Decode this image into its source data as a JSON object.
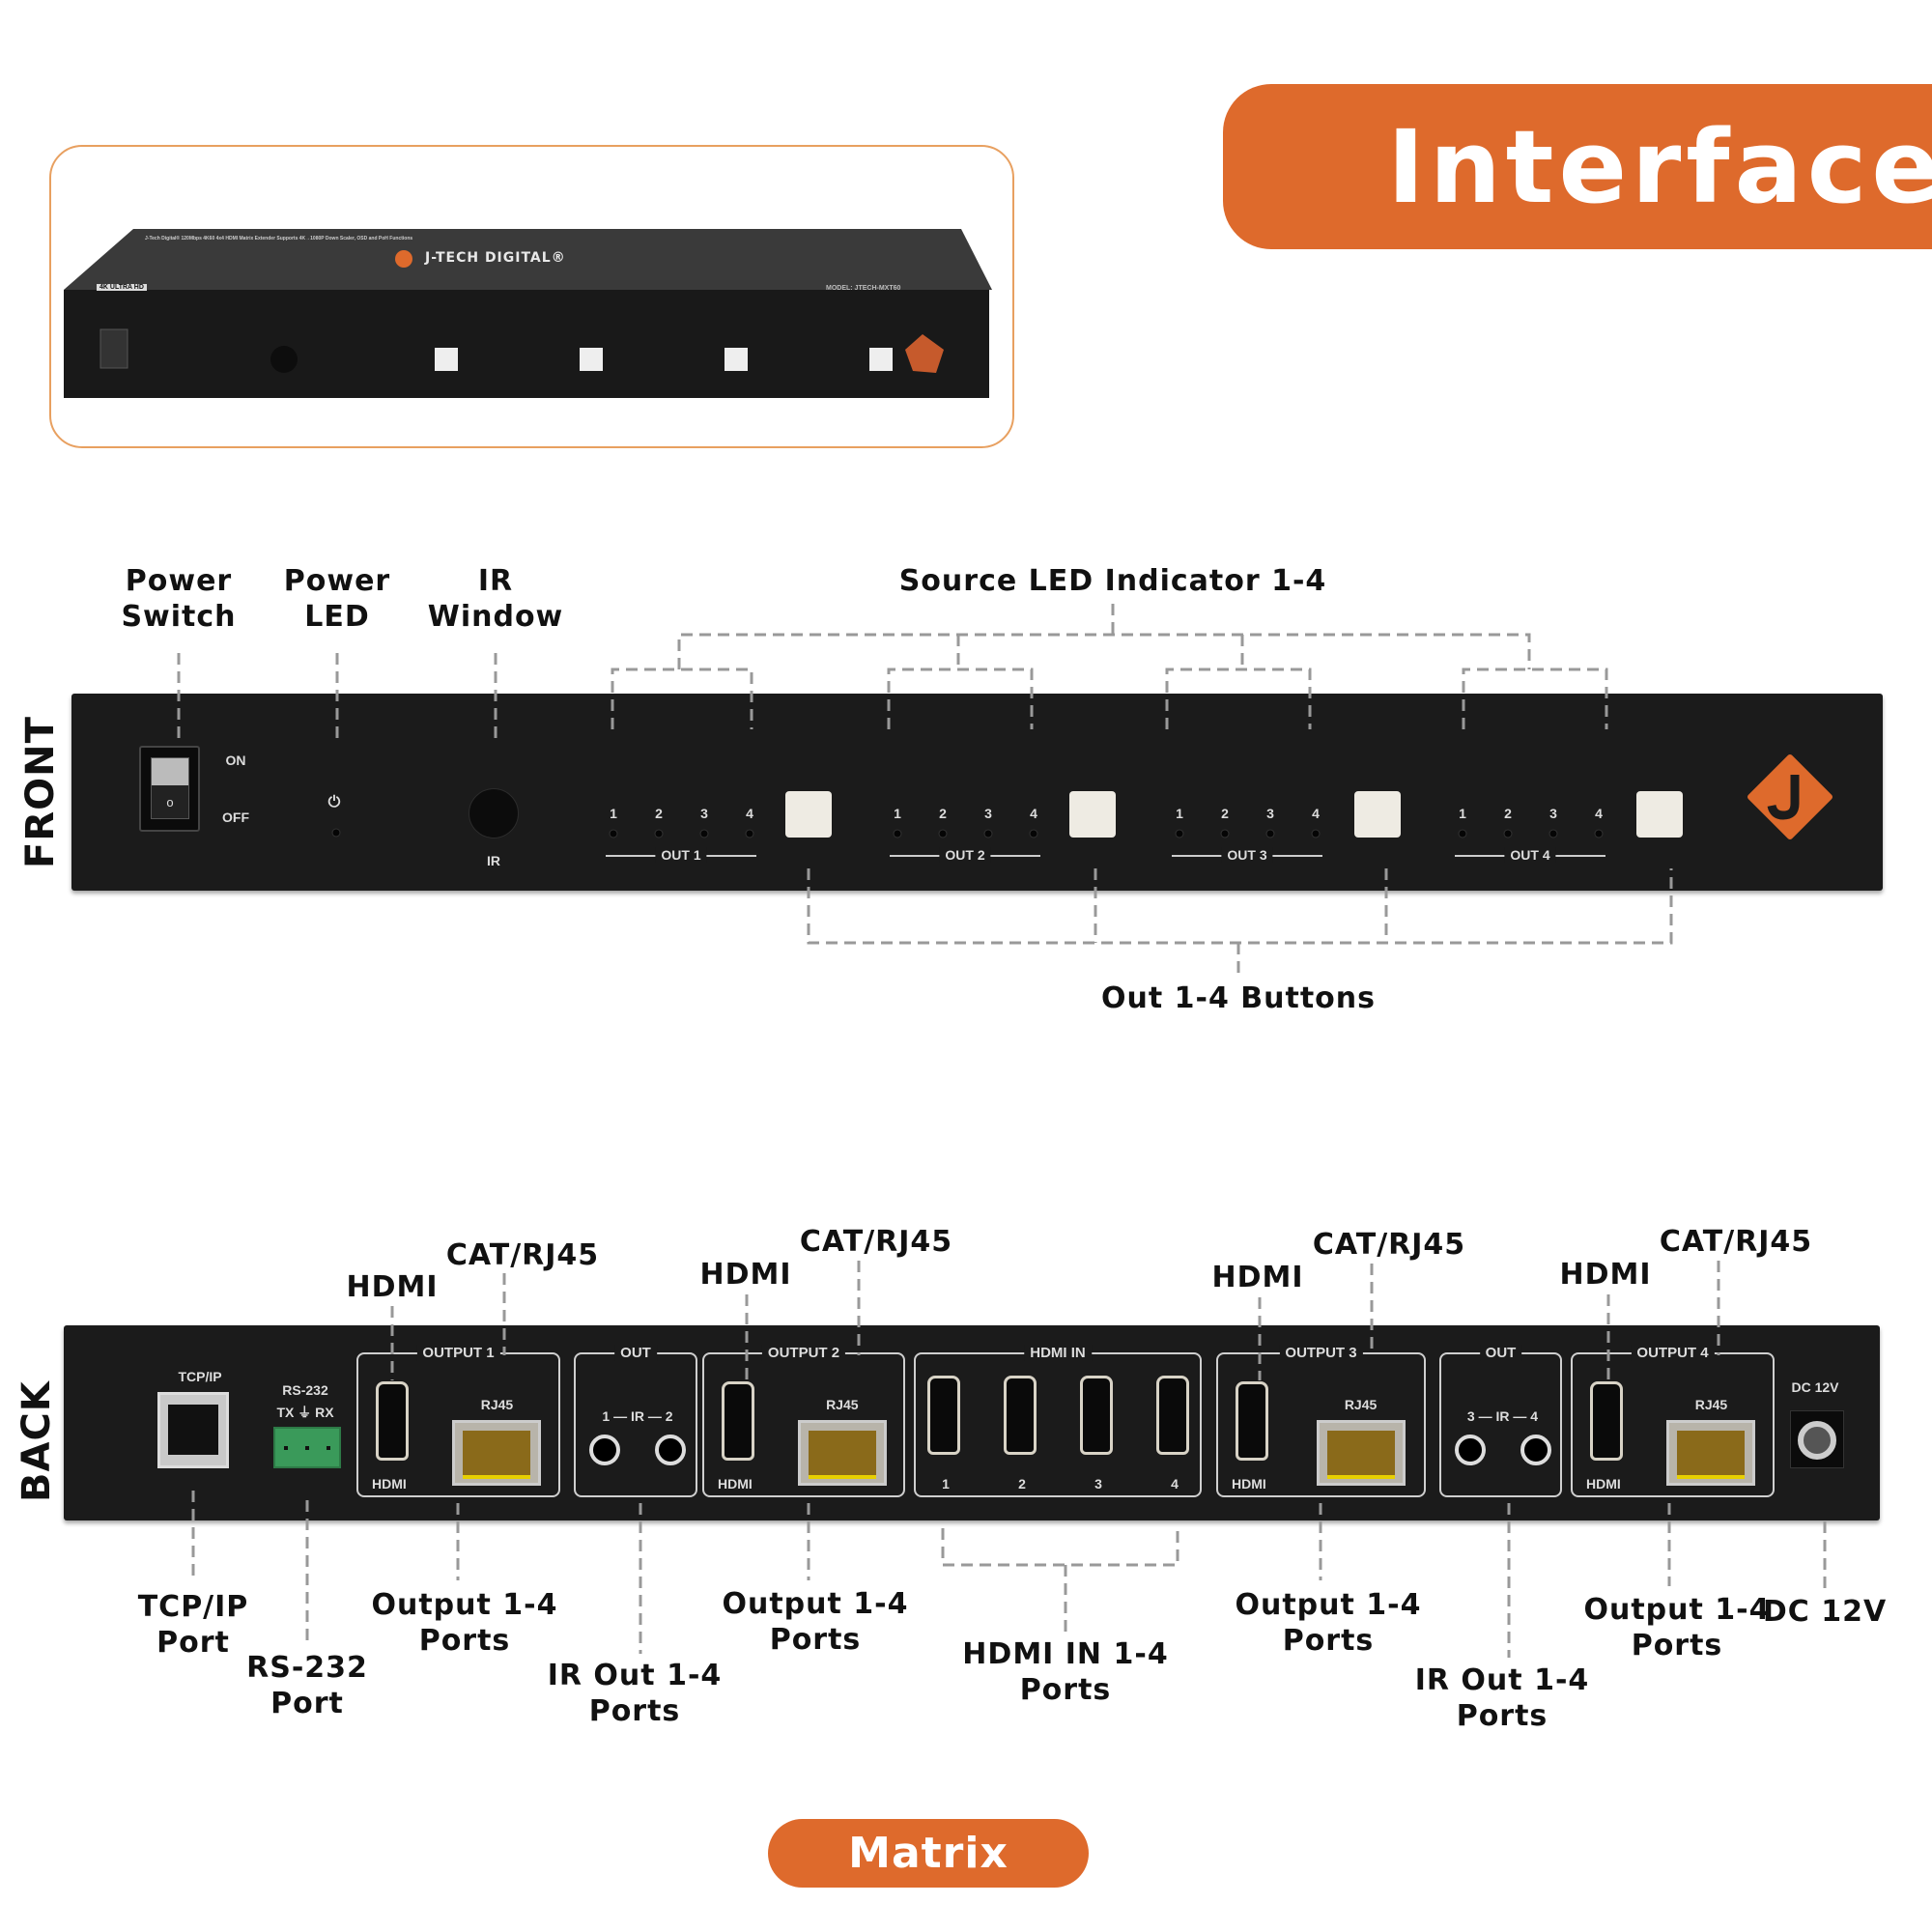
{
  "banner": {
    "title": "Interface"
  },
  "product_photo": {
    "brand": "J-TECH DIGITAL®",
    "model": "MODEL: JTECH-MXT60",
    "badge": "4K ULTRA HD",
    "tagline": "J-Tech Digital® 120Mbps 4K60 4x4 HDMI Matrix Extender Supports 4K→1080P Down Scaler, OSD and PoH Functions"
  },
  "front": {
    "side_label": "FRONT",
    "callouts": {
      "power_switch": "Power\nSwitch",
      "power_led": "Power\nLED",
      "ir_window": "IR\nWindow",
      "source_led": "Source LED Indicator 1-4",
      "out_buttons": "Out 1-4 Buttons"
    },
    "switch": {
      "on": "ON",
      "off": "OFF"
    },
    "ir": "IR",
    "led_numbers": [
      "1",
      "2",
      "3",
      "4"
    ],
    "groups": [
      "OUT 1",
      "OUT 2",
      "OUT 3",
      "OUT 4"
    ],
    "brand_color": "#de6a2c"
  },
  "back": {
    "side_label": "BACK",
    "tcp_ip": "TCP/IP",
    "rs232": "RS-232",
    "rs232_pins": "TX ⏚ RX",
    "outputs": [
      {
        "title": "OUTPUT 1",
        "hdmi": "HDMI",
        "rj45": "RJ45"
      },
      {
        "title": "OUTPUT 2",
        "hdmi": "HDMI",
        "rj45": "RJ45"
      },
      {
        "title": "OUTPUT 3",
        "hdmi": "HDMI",
        "rj45": "RJ45"
      },
      {
        "title": "OUTPUT 4",
        "hdmi": "HDMI",
        "rj45": "RJ45"
      }
    ],
    "ir_out": [
      {
        "title": "OUT",
        "label": "1 — IR — 2"
      },
      {
        "title": "OUT",
        "label": "3 — IR — 4"
      }
    ],
    "hdmi_in": {
      "title": "HDMI IN",
      "ports": [
        "1",
        "2",
        "3",
        "4"
      ]
    },
    "dc": "DC 12V",
    "callouts_top": [
      "HDMI",
      "CAT/RJ45",
      "HDMI",
      "CAT/RJ45",
      "HDMI",
      "CAT/RJ45",
      "HDMI",
      "CAT/RJ45"
    ],
    "callouts_bottom": {
      "tcp": "TCP/IP\nPort",
      "rs232": "RS-232\nPort",
      "output": "Output 1-4\nPorts",
      "ir": "IR Out 1-4\nPorts",
      "hdmi_in": "HDMI IN 1-4\nPorts",
      "dc": "DC 12V"
    }
  },
  "footer": {
    "label": "Matrix"
  }
}
